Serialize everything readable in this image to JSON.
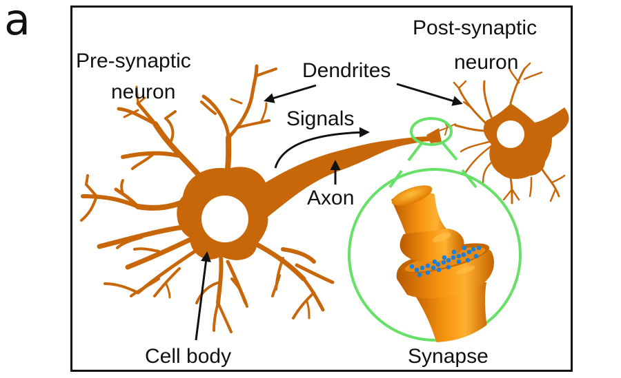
{
  "figure": {
    "panel_letter": "a",
    "labels": {
      "pre_synaptic_line1": "Pre-synaptic",
      "pre_synaptic_line2": "neuron",
      "post_synaptic_line1": "Post-synaptic",
      "post_synaptic_line2": "neuron",
      "dendrites": "Dendrites",
      "signals": "Signals",
      "axon": "Axon",
      "cell_body": "Cell body",
      "synapse": "Synapse"
    },
    "colors": {
      "neuron": "#c8670a",
      "synapse_3d": "#f08a0c",
      "zoom_highlight": "#66e066",
      "neurotransmitter": "#1e7fd8",
      "text": "#111111"
    }
  }
}
